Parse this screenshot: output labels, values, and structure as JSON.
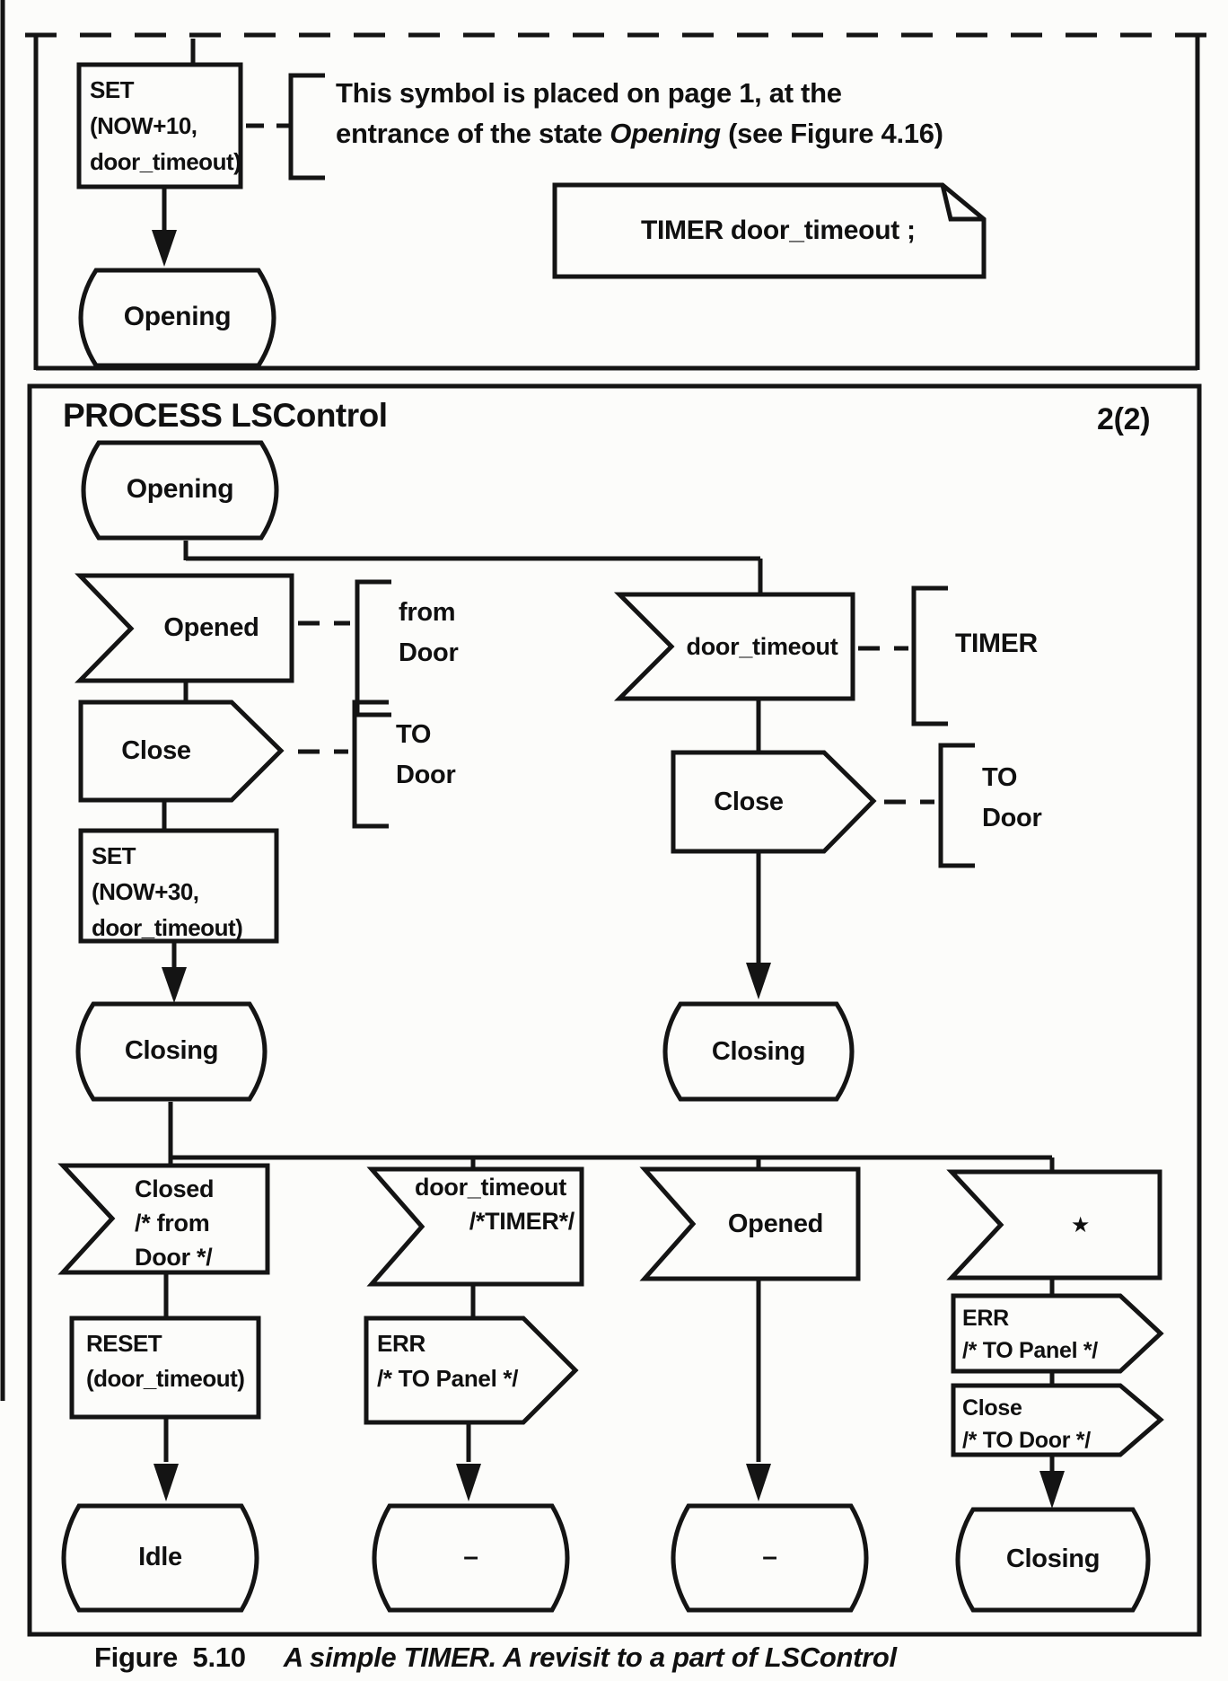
{
  "page": {
    "section1": {
      "task_set": "SET\n(NOW+10,\ndoor_timeout)",
      "comment_line1": "This symbol is placed on page 1, at the",
      "comment_pre": "entrance of the state ",
      "comment_italic": "Opening",
      "comment_post": " (see Figure 4.16)",
      "note": "TIMER door_timeout ;",
      "state_opening": "Opening"
    },
    "section2": {
      "title": "PROCESS LSControl",
      "page_number": "2(2)",
      "state_opening": "Opening",
      "input_opened": "Opened",
      "comment_from_door": "from\nDoor",
      "output_close_left": "Close",
      "comment_to_door_left": "TO\nDoor",
      "task_set": "SET\n(NOW+30,\ndoor_timeout)",
      "state_closing_left": "Closing",
      "input_door_timeout": "door_timeout",
      "comment_timer": "TIMER",
      "output_close_right": "Close",
      "comment_to_door_right": "TO\nDoor",
      "state_closing_right": "Closing",
      "input_closed": "Closed\n/* from\nDoor */",
      "task_reset": "RESET\n(door_timeout)",
      "state_idle": "Idle",
      "input_door_timeout2_line1": "door_timeout",
      "input_door_timeout2_line2": "/*TIMER*/",
      "output_err_panel": "ERR\n/* TO Panel */",
      "state_dash1": "–",
      "input_opened2": "Opened",
      "state_dash2": "–",
      "input_any_star": "★",
      "output_err_panel2": "ERR\n/* TO Panel */",
      "output_close_door": "Close\n/* TO Door */",
      "state_closing_bottom": "Closing"
    },
    "caption": {
      "label": "Figure  5.10",
      "text": "A simple TIMER. A revisit to a part of LSControl"
    }
  }
}
